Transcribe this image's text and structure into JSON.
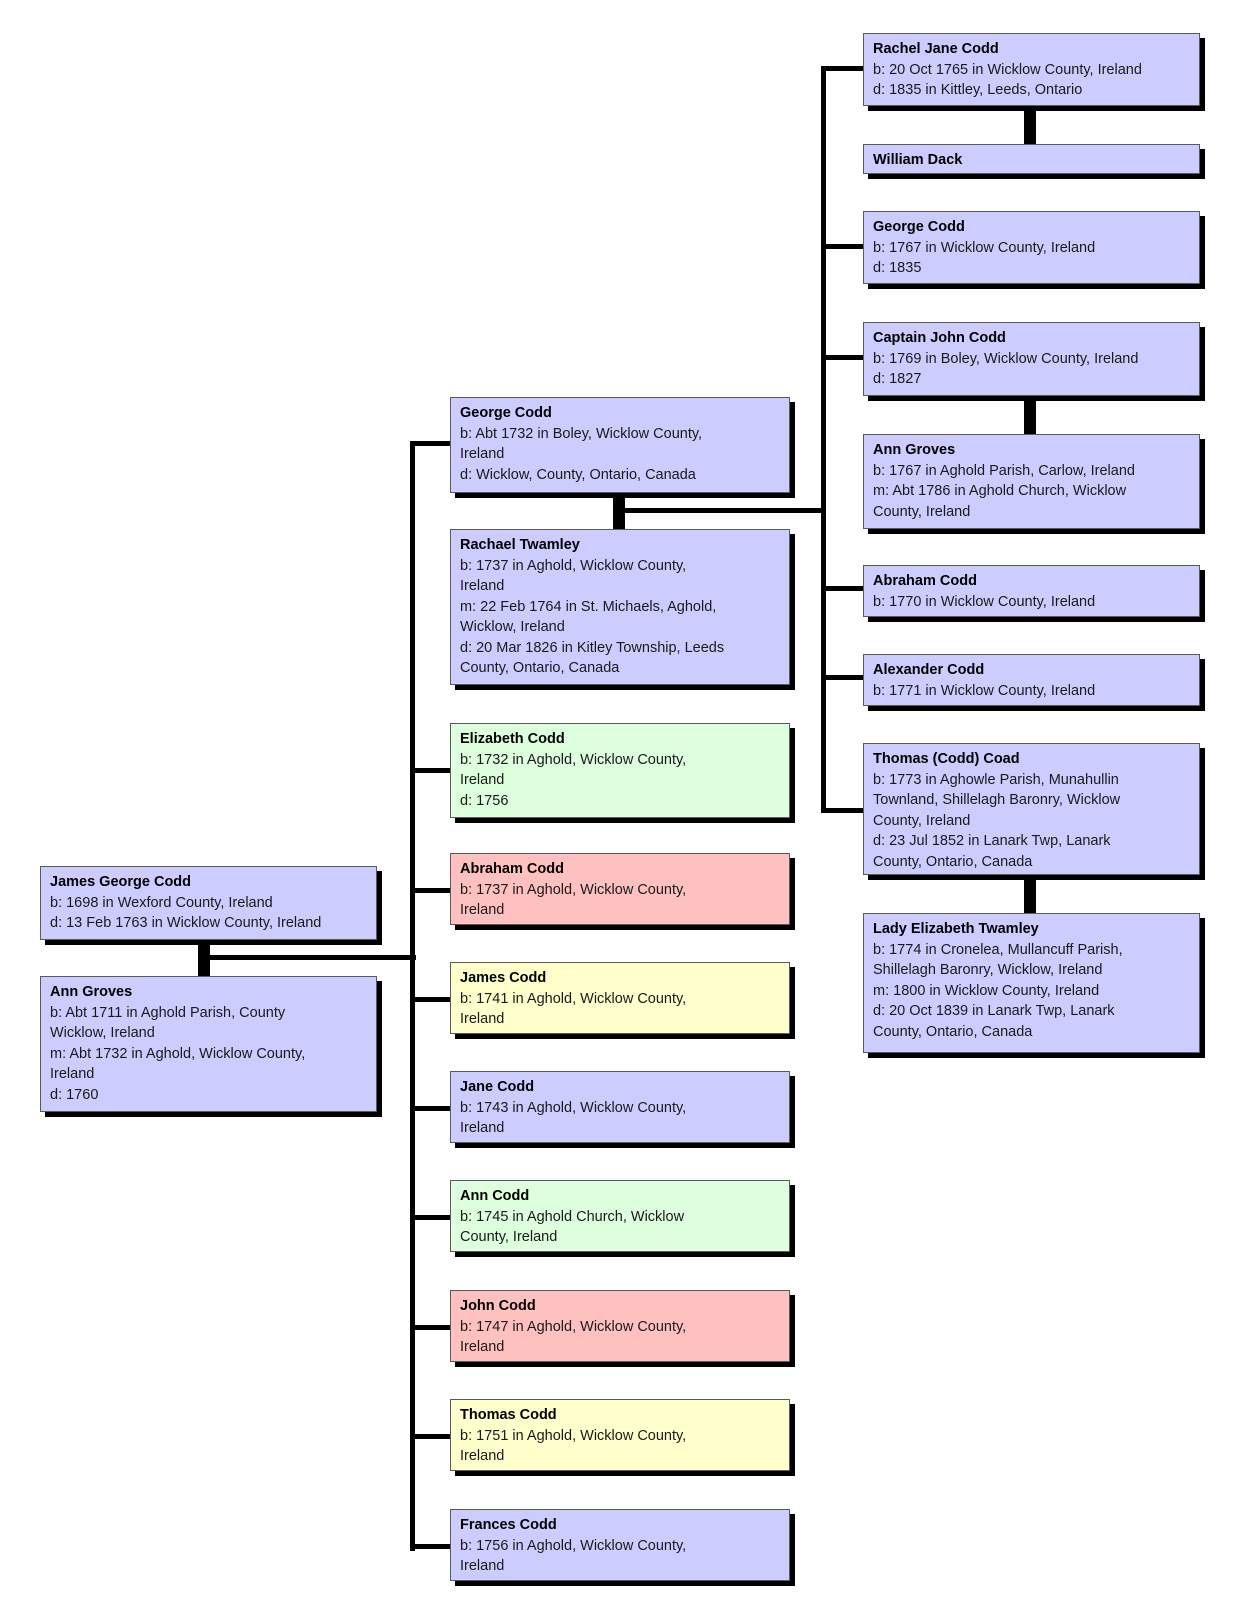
{
  "colors": {
    "blue": "#ccccff",
    "green": "#ddffdd",
    "red": "#ffc0c0",
    "yellow": "#ffffcc",
    "line": "#000000"
  },
  "people": {
    "james_george": {
      "name": "James George Codd",
      "lines": [
        "b: 1698 in Wexford County, Ireland",
        "d: 13 Feb 1763 in Wicklow County, Ireland"
      ]
    },
    "ann_groves_1711": {
      "name": "Ann Groves",
      "lines": [
        "b: Abt 1711 in Aghold Parish, County",
        "Wicklow, Ireland",
        "m: Abt 1732 in Aghold, Wicklow County,",
        "Ireland",
        "d: 1760"
      ]
    },
    "george_1732": {
      "name": "George Codd",
      "lines": [
        "b: Abt 1732 in Boley, Wicklow County,",
        "Ireland",
        "d: Wicklow, County, Ontario, Canada"
      ]
    },
    "rachael_twamley": {
      "name": "Rachael Twamley",
      "lines": [
        "b: 1737 in Aghold, Wicklow County,",
        "Ireland",
        "m: 22 Feb 1764 in St. Michaels, Aghold,",
        "Wicklow, Ireland",
        "d: 20 Mar 1826 in Kitley Township, Leeds",
        "County, Ontario, Canada"
      ]
    },
    "elizabeth": {
      "name": "Elizabeth Codd",
      "lines": [
        "b: 1732 in Aghold, Wicklow County,",
        "Ireland",
        "d: 1756"
      ]
    },
    "abraham_1737": {
      "name": "Abraham Codd",
      "lines": [
        "b: 1737 in Aghold, Wicklow County,",
        "Ireland"
      ]
    },
    "james": {
      "name": "James Codd",
      "lines": [
        "b: 1741 in Aghold, Wicklow County,",
        "Ireland"
      ]
    },
    "jane": {
      "name": "Jane Codd",
      "lines": [
        "b: 1743 in Aghold, Wicklow County,",
        "Ireland"
      ]
    },
    "ann_codd": {
      "name": "Ann Codd",
      "lines": [
        "b: 1745 in Aghold Church, Wicklow",
        "County, Ireland"
      ]
    },
    "john": {
      "name": "John Codd",
      "lines": [
        "b: 1747 in Aghold, Wicklow County,",
        "Ireland"
      ]
    },
    "thomas_1751": {
      "name": "Thomas Codd",
      "lines": [
        "b: 1751 in Aghold, Wicklow County,",
        "Ireland"
      ]
    },
    "frances": {
      "name": "Frances Codd",
      "lines": [
        "b: 1756 in Aghold, Wicklow County,",
        "Ireland"
      ]
    },
    "rachel_jane": {
      "name": "Rachel Jane Codd",
      "lines": [
        "b: 20 Oct 1765 in Wicklow County, Ireland",
        "d: 1835 in Kittley, Leeds, Ontario"
      ]
    },
    "william_dack": {
      "name": "William Dack",
      "lines": []
    },
    "george_1767": {
      "name": "George Codd",
      "lines": [
        "b: 1767 in Wicklow County, Ireland",
        "d: 1835"
      ]
    },
    "captain_john": {
      "name": "Captain John Codd",
      "lines": [
        "b: 1769 in Boley, Wicklow County, Ireland",
        "d: 1827"
      ]
    },
    "ann_groves_1767": {
      "name": "Ann Groves",
      "lines": [
        "b: 1767 in Aghold Parish, Carlow, Ireland",
        "m: Abt 1786 in Aghold Church, Wicklow",
        "County, Ireland"
      ]
    },
    "abraham_1770": {
      "name": "Abraham Codd",
      "lines": [
        "b: 1770 in Wicklow County, Ireland"
      ]
    },
    "alexander": {
      "name": "Alexander Codd",
      "lines": [
        "b: 1771 in Wicklow County, Ireland"
      ]
    },
    "thomas_coad": {
      "name": "Thomas (Codd) Coad",
      "lines": [
        "b: 1773 in Aghowle Parish, Munahullin",
        "Townland, Shillelagh Baronry, Wicklow",
        "County, Ireland",
        "d: 23 Jul 1852 in Lanark Twp, Lanark",
        "County, Ontario, Canada"
      ]
    },
    "lady_elizabeth": {
      "name": "Lady Elizabeth Twamley",
      "lines": [
        "b: 1774 in Cronelea, Mullancuff Parish,",
        "Shillelagh Baronry, Wicklow, Ireland",
        "m: 1800 in Wicklow County, Ireland",
        "d: 20 Oct 1839 in Lanark Twp, Lanark",
        "County, Ontario, Canada"
      ]
    }
  }
}
